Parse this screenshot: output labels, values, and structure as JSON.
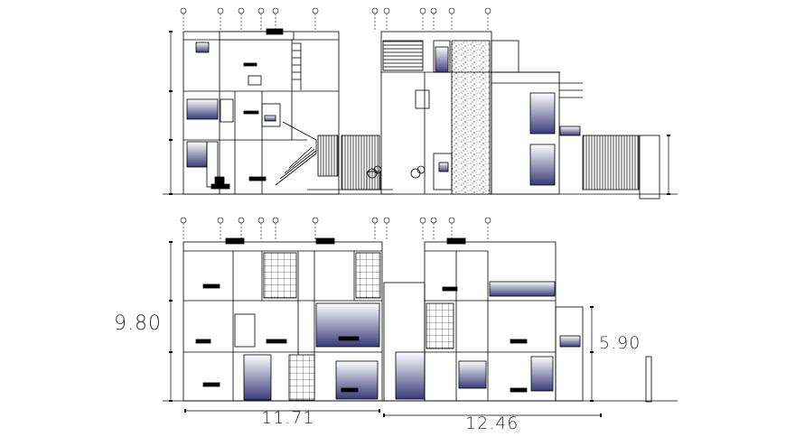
{
  "dimensions": {
    "height_left": "9.80",
    "height_right": "5.90",
    "width_left": "11.71",
    "width_right": "12.46"
  },
  "colors": {
    "line": "#000000",
    "glass_top": "#ffffff",
    "glass_bottom": "#3a3a7a",
    "background": "#ffffff"
  }
}
